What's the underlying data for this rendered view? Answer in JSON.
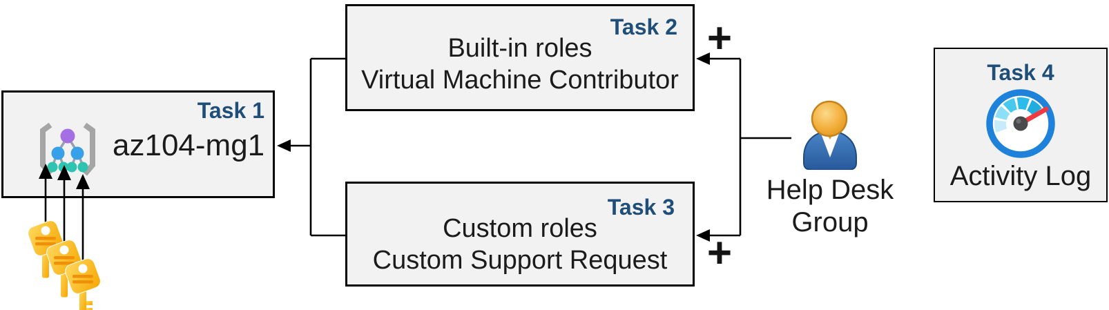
{
  "boxes": {
    "task1": {
      "badge": "Task 1",
      "name": "az104-mg1"
    },
    "task2": {
      "badge": "Task 2",
      "line1": "Built-in roles",
      "line2": "Virtual Machine Contributor"
    },
    "task3": {
      "badge": "Task 3",
      "line1": "Custom roles",
      "line2": "Custom Support Request"
    },
    "task4": {
      "badge": "Task 4",
      "caption": "Activity Log"
    }
  },
  "actors": {
    "help_desk": {
      "line1": "Help Desk",
      "line2": "Group"
    }
  },
  "symbols": {
    "plus_top": "+",
    "plus_bottom": "+"
  },
  "icons": {
    "task1": "management-group-icon",
    "task4": "gauge-icon",
    "help_desk": "person-icon",
    "bottom_left": "keys-icon",
    "connectors": "arrow-connectors"
  },
  "colors": {
    "badge_text": "#1F4E79",
    "box_fill": "#F2F2F2",
    "box_border": "#000000",
    "connector": "#000000",
    "mg_purple": "#A46FE3",
    "mg_blue": "#38A0E8",
    "mg_teal": "#2FC4AF",
    "mg_bracket_gray": "#A5A5A5",
    "gauge_ring_blue": "#1E82DA",
    "gauge_needle_red": "#EE3B43",
    "key_gold": "#F5A602",
    "key_gold_light": "#FFD95E",
    "key_stripe_orange": "#EF9008",
    "person_body_blue": "#3973B8",
    "person_head_orange": "#F0AB38"
  }
}
